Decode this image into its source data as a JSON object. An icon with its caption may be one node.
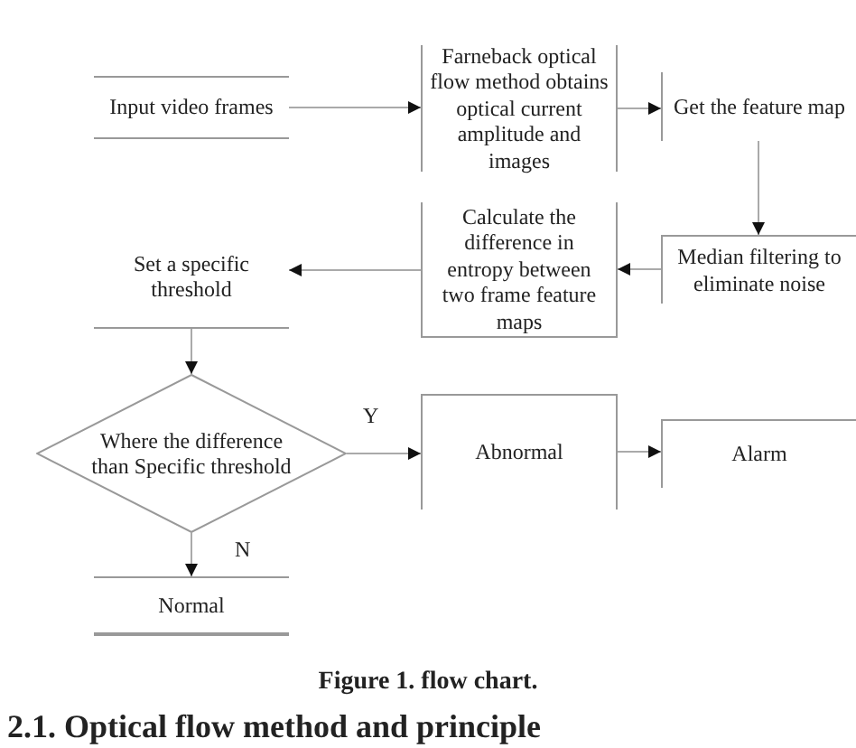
{
  "diagram": {
    "caption": "Figure 1. flow chart.",
    "nodes": [
      {
        "text": [
          "Input video frames"
        ]
      },
      {
        "text": [
          "Farneback optical flow method obtains optical current amplitude and images"
        ]
      },
      {
        "text": [
          "Get the feature map"
        ]
      },
      {
        "text": [
          "Median filtering to eliminate noise"
        ]
      },
      {
        "text": [
          "Calculate the difference in entropy between two frame feature maps"
        ]
      },
      {
        "text": [
          "Set a specific threshold"
        ]
      },
      {
        "text": [
          "Where the difference than Specific threshold"
        ]
      },
      {
        "text": [
          "Abnormal"
        ]
      },
      {
        "text": [
          "Alarm"
        ]
      },
      {
        "text": [
          "Normal"
        ]
      }
    ],
    "edges": [
      {
        "from": 0,
        "to": 1,
        "arrow": "to"
      },
      {
        "from": 1,
        "to": 2,
        "arrow": "to"
      },
      {
        "from": 2,
        "to": 3,
        "arrow": "to"
      },
      {
        "from": 3,
        "to": 4,
        "arrow": "to"
      },
      {
        "from": 4,
        "to": 5,
        "arrow": "to"
      },
      {
        "from": 5,
        "to": 6,
        "arrow": "to"
      },
      {
        "from": 6,
        "to": 7,
        "arrow": "to",
        "label": "Y"
      },
      {
        "from": 7,
        "to": 8,
        "arrow": "to"
      },
      {
        "from": 6,
        "to": 9,
        "arrow": "to",
        "label": "N"
      }
    ],
    "labels": [
      "2.1. Optical flow method and principle"
    ]
  }
}
